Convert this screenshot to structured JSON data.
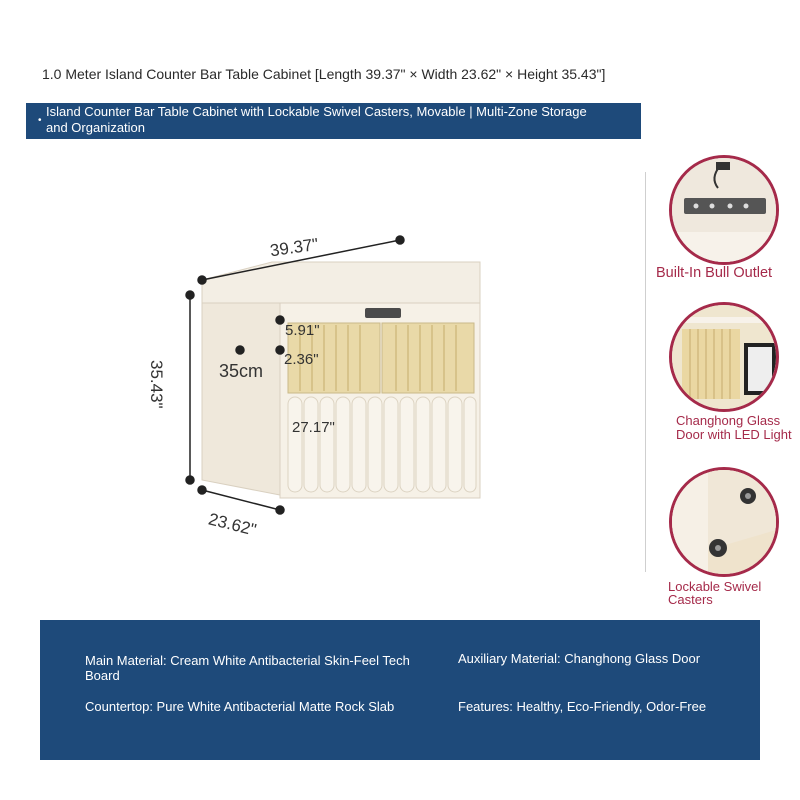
{
  "title": "1.0 Meter Island Counter Bar Table Cabinet [Length 39.37\" × Width 23.62\" × Height 35.43\"]",
  "banner": {
    "bullet": "•",
    "text": "Island Counter Bar Table Cabinet with Lockable Swivel Casters, Movable | Multi-Zone Storage and Organization"
  },
  "dimensions": {
    "width": "39.37\"",
    "height": "35.43\"",
    "depth": "23.62\"",
    "top_thickness": "5.91\"",
    "gap": "2.36\"",
    "depth_cm": "35cm",
    "inner_height": "27.17\""
  },
  "features": [
    {
      "caption": "Built-In Bull Outlet",
      "icon": "power-outlet-icon"
    },
    {
      "caption": "Changhong Glass Door with LED Light",
      "icon": "glass-door-icon"
    },
    {
      "caption": "Lockable Swivel Casters",
      "icon": "caster-wheel-icon"
    }
  ],
  "specs": [
    {
      "text": "Main Material: Cream White Antibacterial Skin-Feel Tech Board"
    },
    {
      "text": "Auxiliary Material: Changhong Glass Door"
    },
    {
      "text": "Countertop: Pure White Antibacterial Matte Rock Slab"
    },
    {
      "text": "Features: Healthy, Eco-Friendly, Odor-Free"
    }
  ],
  "colors": {
    "banner": "#1e4a7a",
    "accent": "#a52a4a",
    "cabinet": "#f2ece0"
  }
}
